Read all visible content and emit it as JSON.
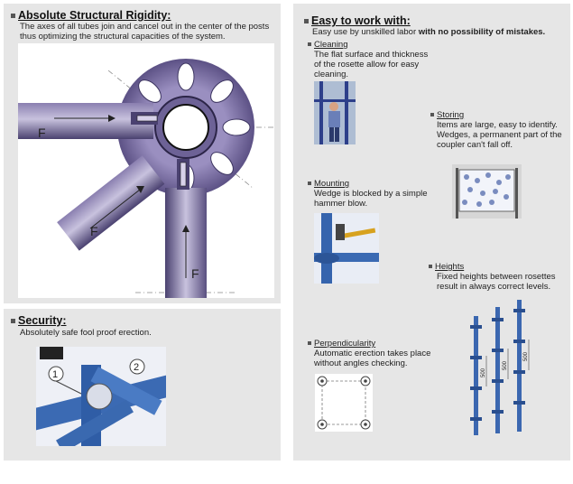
{
  "rigidity": {
    "title": "Absolute Structural Rigidity:",
    "desc": "The axes of all tubes join and cancel out in the center of the posts thus optimizing the structural capacities of the system.",
    "force_label": "F"
  },
  "security": {
    "title": "Security:",
    "desc": "Absolutely safe fool proof erection.",
    "marker_1": "1",
    "marker_2": "2"
  },
  "easy": {
    "title": "Easy to work with:",
    "intro": "Easy use by unskilled labor ",
    "intro_bold": "with no possibility of mistakes.",
    "cleaning": {
      "title": "Cleaning",
      "desc": "The flat surface and thickness of the rosette allow for easy cleaning."
    },
    "storing": {
      "title": "Storing",
      "desc": "Items are large, easy to identify. Wedges, a permanent part of the coupler can't fall off."
    },
    "mounting": {
      "title": "Mounting",
      "desc": "Wedge  is blocked by a simple hammer blow."
    },
    "heights": {
      "title": "Heights",
      "desc": "Fixed heights between rosettes result in always correct levels.",
      "dim_1": "500",
      "dim_2": "500",
      "dim_3": "500"
    },
    "perpendicularity": {
      "title": "Perpendicularity",
      "desc": "Automatic erection takes place without angles checking."
    }
  }
}
